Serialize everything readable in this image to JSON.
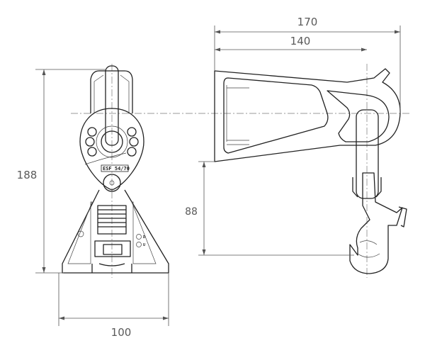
{
  "drawing": {
    "dimensions": {
      "overall_length": "170",
      "length_to_hook_axis": "140",
      "overall_height": "188",
      "hook_height": "88",
      "base_width": "100"
    },
    "plate_marking": "ESF 54/70",
    "hole_marks": [
      "D",
      "U"
    ],
    "line_color": "#222222",
    "dimension_color": "#5a5a5a"
  }
}
